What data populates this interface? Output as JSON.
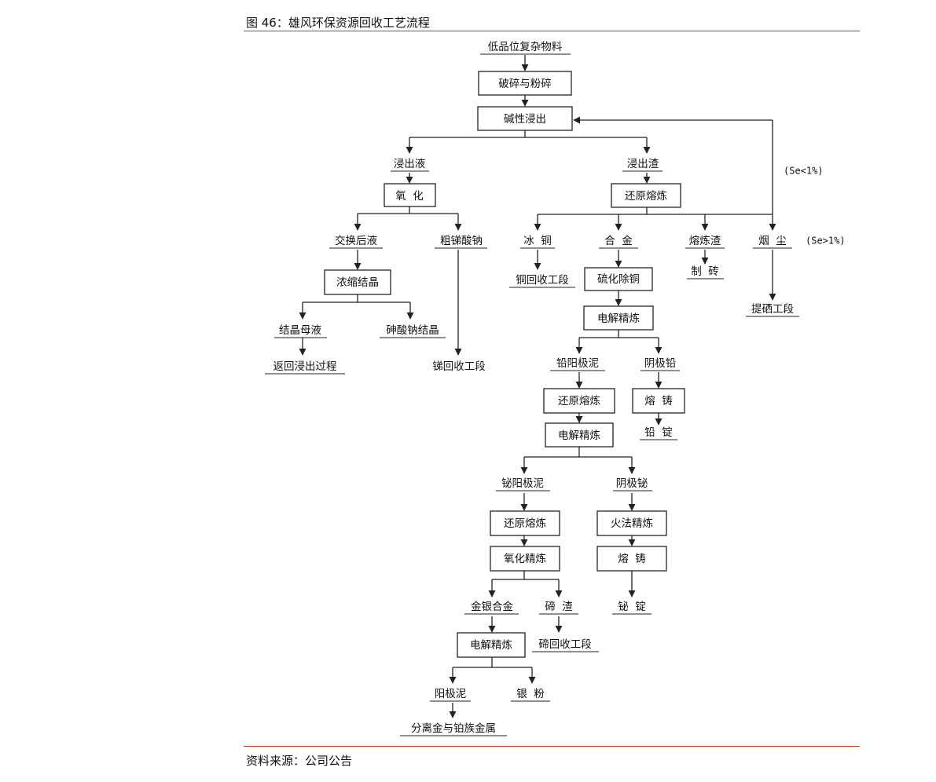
{
  "figure_title": "图 46：雄风环保资源回收工艺流程",
  "source_note": "资料来源：公司公告",
  "annotations": {
    "se_low": "(Se<1%)",
    "se_high": "(Se>1%)"
  },
  "nodes": {
    "feed": "低品位复杂物料",
    "crush": "破碎与粉碎",
    "alkaline_leach": "碱性浸出",
    "leach_liquor": "浸出液",
    "oxidation": "氧  化",
    "exchange_liquor": "交换后液",
    "crude_sodium_antimonate": "粗锑酸钠",
    "concentrate_crystallize": "浓缩结晶",
    "mother_liquor": "结晶母液",
    "sodium_arsenate_crystal": "砷酸钠结晶",
    "return_leach": "返回浸出过程",
    "antimony_recovery": "锑回收工段",
    "leach_residue": "浸出渣",
    "reduction_smelt_1": "还原熔炼",
    "matte": "冰  铜",
    "alloy": "合  金",
    "slag": "熔炼渣",
    "dust": "烟  尘",
    "copper_recovery": "铜回收工段",
    "sulfide_decopper": "硫化除铜",
    "brick": "制  砖",
    "selenium_extract": "提硒工段",
    "electrorefine_1": "电解精炼",
    "lead_anode_slime": "铅阳极泥",
    "cathode_lead": "阴极铅",
    "reduction_smelt_2": "还原熔炼",
    "melt_cast_1": "熔  铸",
    "electrorefine_2": "电解精炼",
    "lead_ingot": "铅  锭",
    "bismuth_anode_slime": "铋阳极泥",
    "cathode_bismuth": "阴极铋",
    "reduction_smelt_3": "还原熔炼",
    "fire_refine": "火法精炼",
    "oxidation_refine": "氧化精炼",
    "melt_cast_2": "熔  铸",
    "gold_silver_alloy": "金银合金",
    "tellurium_slag": "碲  渣",
    "bismuth_ingot": "铋  锭",
    "electrorefine_3": "电解精炼",
    "tellurium_recovery": "碲回收工段",
    "anode_slime": "阳极泥",
    "silver_powder": "银  粉",
    "gold_pgm": "分离金与铂族金属"
  }
}
